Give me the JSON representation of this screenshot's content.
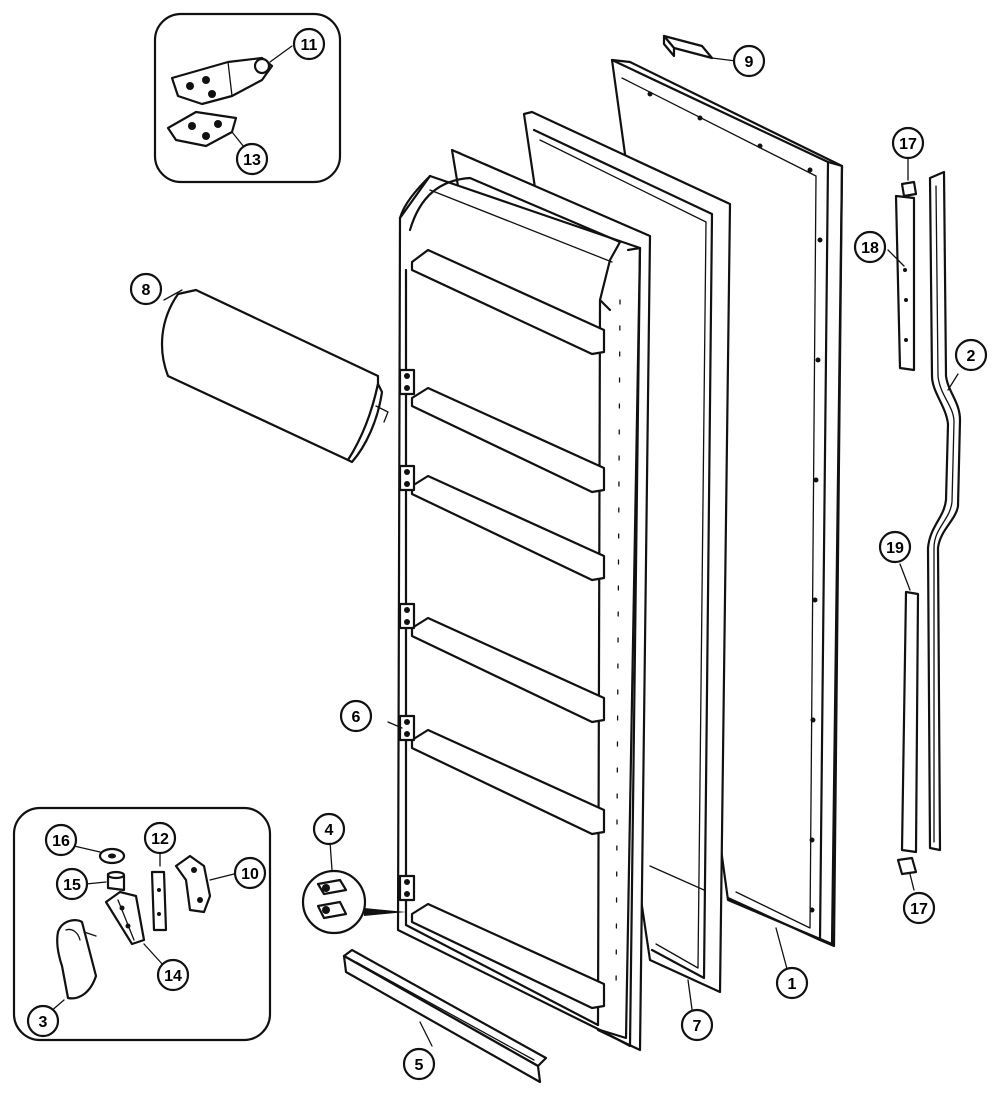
{
  "diagram": {
    "callouts": [
      {
        "id": "callout-1",
        "label": "1"
      },
      {
        "id": "callout-2",
        "label": "2"
      },
      {
        "id": "callout-3",
        "label": "3"
      },
      {
        "id": "callout-4",
        "label": "4"
      },
      {
        "id": "callout-5",
        "label": "5"
      },
      {
        "id": "callout-6",
        "label": "6"
      },
      {
        "id": "callout-7",
        "label": "7"
      },
      {
        "id": "callout-8",
        "label": "8"
      },
      {
        "id": "callout-9",
        "label": "9"
      },
      {
        "id": "callout-10",
        "label": "10"
      },
      {
        "id": "callout-11",
        "label": "11"
      },
      {
        "id": "callout-12",
        "label": "12"
      },
      {
        "id": "callout-13",
        "label": "13"
      },
      {
        "id": "callout-14",
        "label": "14"
      },
      {
        "id": "callout-15",
        "label": "15"
      },
      {
        "id": "callout-16",
        "label": "16"
      },
      {
        "id": "callout-17-top",
        "label": "17"
      },
      {
        "id": "callout-17-bottom",
        "label": "17"
      },
      {
        "id": "callout-18",
        "label": "18"
      },
      {
        "id": "callout-19",
        "label": "19"
      }
    ]
  }
}
